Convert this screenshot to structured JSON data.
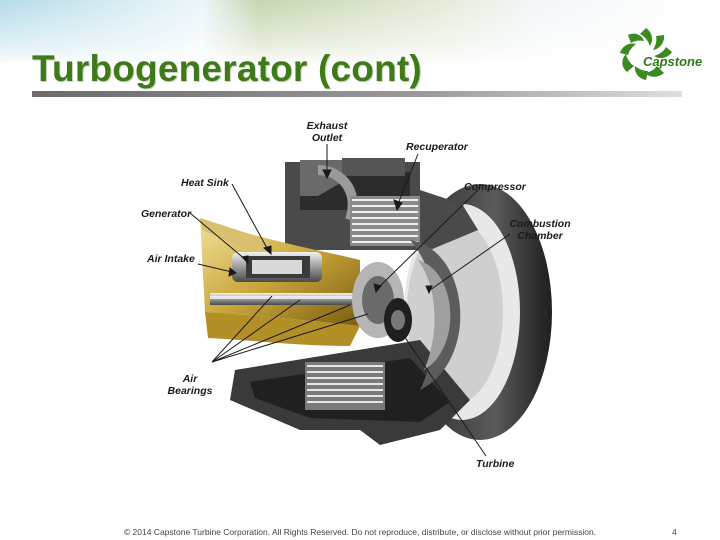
{
  "slide": {
    "title": "Turbogenerator (cont)",
    "logo_text": "Capstone",
    "footer": "© 2014 Capstone Turbine Corporation. All Rights Reserved.  Do not reproduce, distribute, or disclose without prior permission.",
    "page_number": "4"
  },
  "labels": {
    "exhaust_outlet": "Exhaust\nOutlet",
    "recuperator": "Recuperator",
    "heat_sink": "Heat Sink",
    "compressor": "Compressor",
    "generator": "Generator",
    "combustion_chamber": "Combustion\nChamber",
    "air_intake": "Air Intake",
    "air_bearings": "Air\nBearings",
    "turbine": "Turbine"
  },
  "colors": {
    "title_green": "#3f7a1a",
    "logo_green": "#2e7a1c",
    "housing_dark": "#3a3a3a",
    "intake_gold": "#c9a63a"
  }
}
